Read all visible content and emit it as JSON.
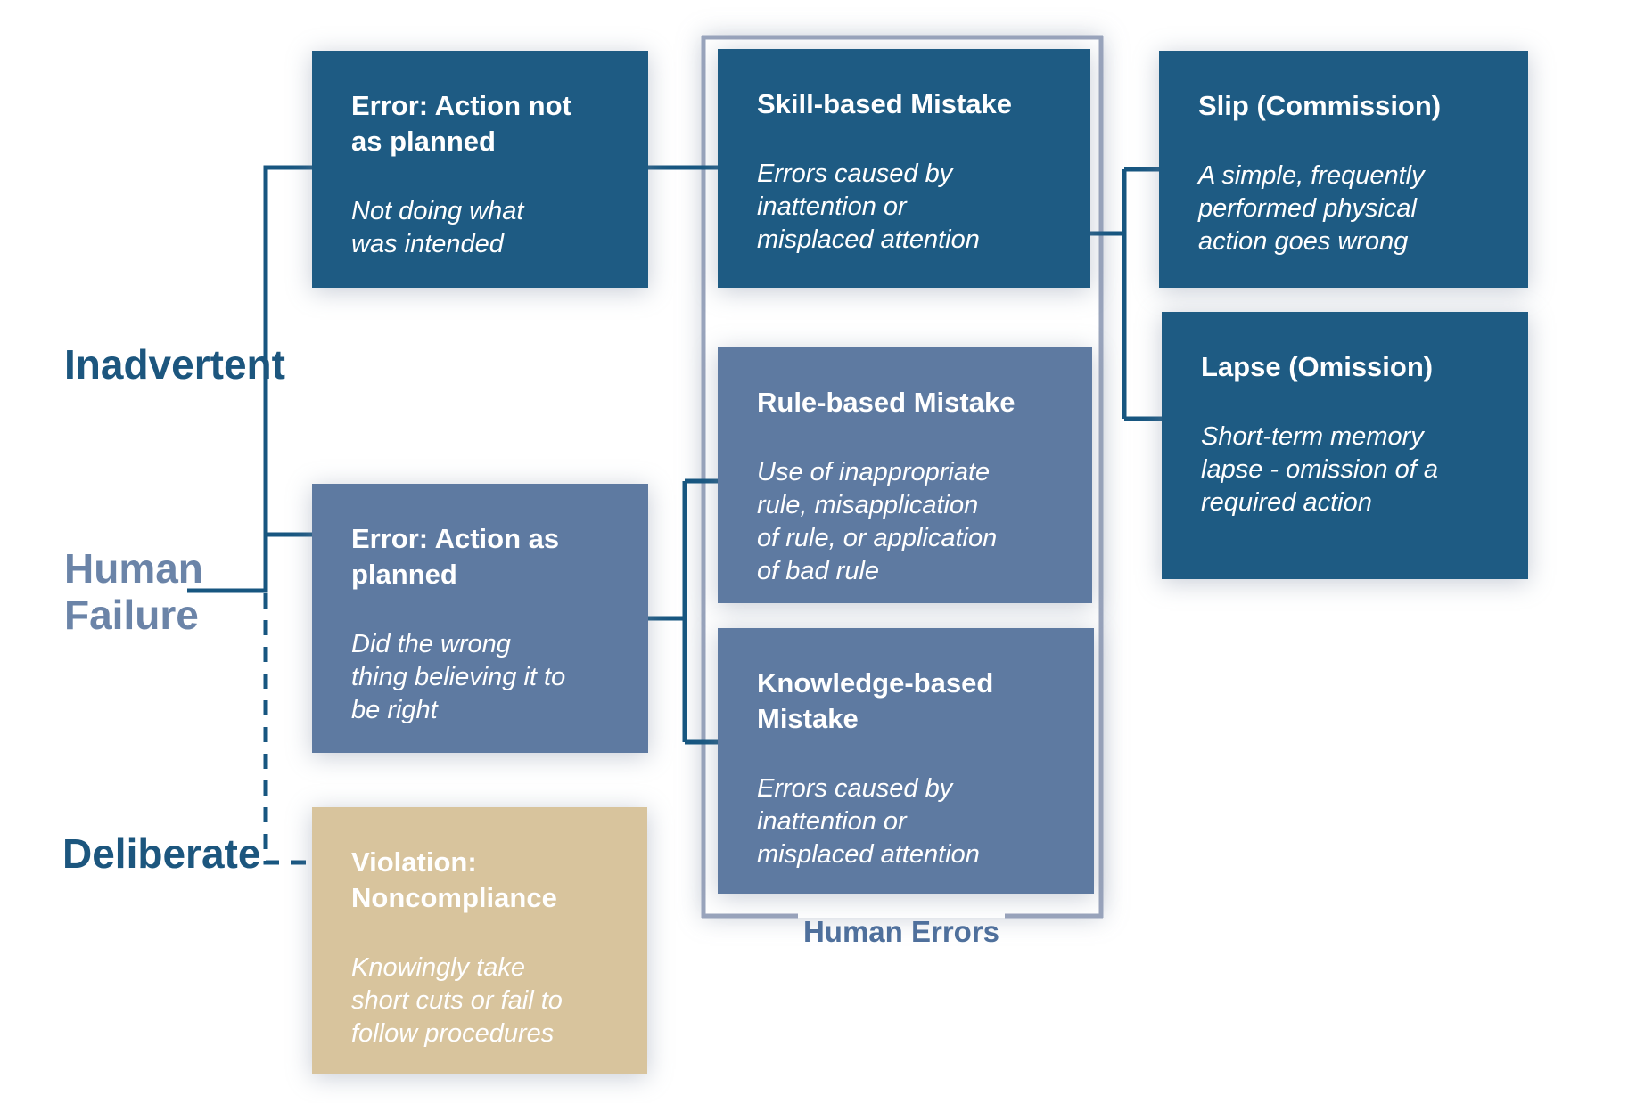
{
  "colors": {
    "dark_blue": "#1E5B83",
    "slate_blue": "#5E7AA1",
    "tan": "#D8C49D",
    "line": "#175680",
    "container_border": "#99A4BC",
    "label_dark": "#1C567E",
    "label_light": "#6B84A8",
    "human_errors_text": "#4F709C",
    "box_text": "#FFFFFF"
  },
  "side_labels": {
    "inadvertent": "Inadvertent",
    "human_failure": "Human\nFailure",
    "deliberate": "Deliberate"
  },
  "container": {
    "label": "Human Errors"
  },
  "boxes": {
    "error_not_planned": {
      "title": "Error: Action not\nas planned",
      "description": "Not doing what\nwas intended"
    },
    "skill_based": {
      "title": "Skill-based Mistake",
      "description": "Errors caused by\ninattention or\nmisplaced attention"
    },
    "slip": {
      "title": "Slip (Commission)",
      "description": "A simple, frequently\nperformed physical\naction goes wrong"
    },
    "lapse": {
      "title": "Lapse (Omission)",
      "description": "Short-term memory\nlapse - omission of a\nrequired action"
    },
    "rule_based": {
      "title": "Rule-based Mistake",
      "description": "Use of inappropriate\nrule, misapplication\nof rule, or application\nof bad rule"
    },
    "knowledge_based": {
      "title": "Knowledge-based\nMistake",
      "description": "Errors caused by\ninattention or\nmisplaced attention"
    },
    "error_as_planned": {
      "title": "Error: Action as\nplanned",
      "description": "Did the wrong\nthing believing it to\nbe right"
    },
    "violation": {
      "title": "Violation:\nNoncompliance",
      "description": "Knowingly take\nshort cuts or fail to\nfollow procedures"
    }
  }
}
